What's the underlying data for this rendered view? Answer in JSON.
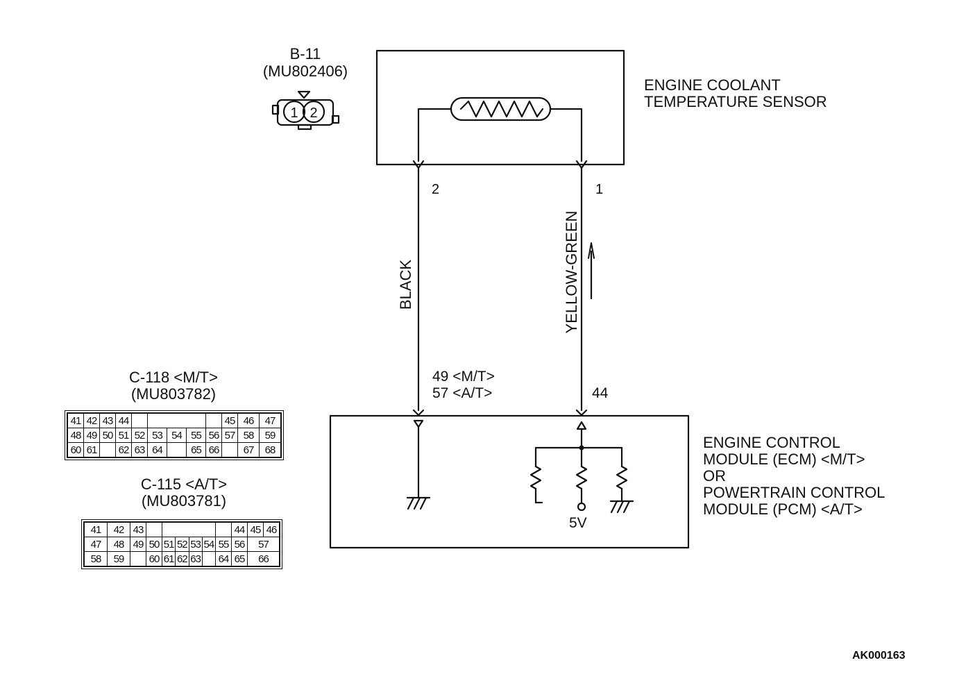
{
  "sensor_connector": {
    "name": "B-11",
    "part": "(MU802406)",
    "pins": [
      "1",
      "2"
    ]
  },
  "sensor": {
    "label_line1": "ENGINE COOLANT",
    "label_line2": "TEMPERATURE SENSOR"
  },
  "wires": {
    "left_pin": "2",
    "right_pin": "1",
    "left_color": "BLACK",
    "right_color": "YELLOW-GREEN",
    "left_ecm_pin_mt": "49 <M/T>",
    "left_ecm_pin_at": "57 <A/T>",
    "right_ecm_pin": "44"
  },
  "ecm": {
    "line1": "ENGINE CONTROL",
    "line2": "MODULE (ECM) <M/T>",
    "line3": "OR",
    "line4": "POWERTRAIN CONTROL",
    "line5": "MODULE (PCM) <A/T>",
    "supply": "5V"
  },
  "connector_mt": {
    "name": "C-118 <M/T>",
    "part": "(MU803782)",
    "rows": [
      [
        "41",
        "42",
        "43",
        "44",
        "",
        "",
        "",
        "",
        "",
        "45",
        "46",
        "47"
      ],
      [
        "48",
        "49",
        "50",
        "51",
        "52",
        "53",
        "54",
        "55",
        "56",
        "57",
        "58",
        "59"
      ],
      [
        "60",
        "61",
        "",
        "62",
        "63",
        "64",
        "",
        "65",
        "66",
        "",
        "67",
        "68"
      ]
    ]
  },
  "connector_at": {
    "name": "C-115 <A/T>",
    "part": "(MU803781)",
    "rows": [
      [
        "41",
        "42",
        "43",
        "",
        "",
        "",
        "",
        "",
        "",
        "44",
        "45",
        "46"
      ],
      [
        "47",
        "48",
        "49",
        "50",
        "51",
        "52",
        "53",
        "54",
        "55",
        "56",
        "57"
      ],
      [
        "58",
        "59",
        "",
        "60",
        "61",
        "62",
        "63",
        "",
        "64",
        "65",
        "66"
      ]
    ]
  },
  "figure_code": "AK000163"
}
